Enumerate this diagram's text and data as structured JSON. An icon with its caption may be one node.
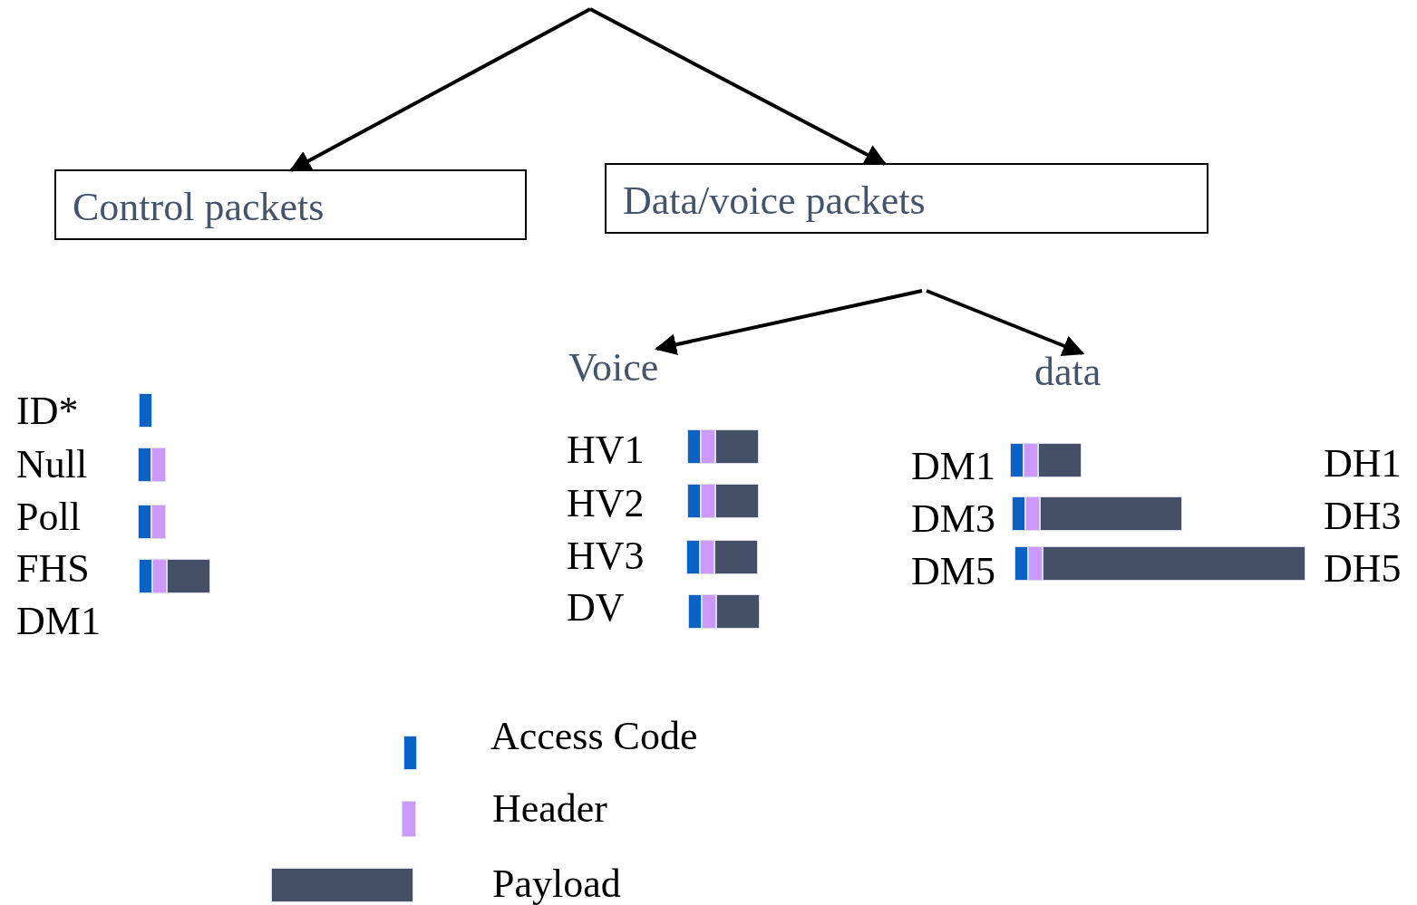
{
  "diagram": {
    "nodes": [
      {
        "text": [
          "Control packets"
        ]
      },
      {
        "text": [
          "Data/voice packets"
        ]
      },
      {
        "text": [
          "Voice"
        ]
      },
      {
        "text": [
          "data"
        ]
      }
    ],
    "edges": [
      {
        "from": null,
        "to": 0,
        "arrow": "to"
      },
      {
        "from": null,
        "to": 1,
        "arrow": "to"
      },
      {
        "from": null,
        "to": 2,
        "arrow": "to"
      },
      {
        "from": null,
        "to": 3,
        "arrow": "to"
      }
    ],
    "labels": [
      "ID*",
      "Null",
      "Poll",
      "FHS",
      "DM1",
      "HV1",
      "HV2",
      "HV3",
      "DV",
      "DM1",
      "DH1",
      "DM3",
      "DH3",
      "DM5",
      "DH5"
    ],
    "legend": [
      {
        "text": "Access Code",
        "color": "#0a62c4"
      },
      {
        "text": "Header",
        "color": "#cc99ff"
      },
      {
        "text": "Payload",
        "color": "#445068"
      }
    ]
  }
}
